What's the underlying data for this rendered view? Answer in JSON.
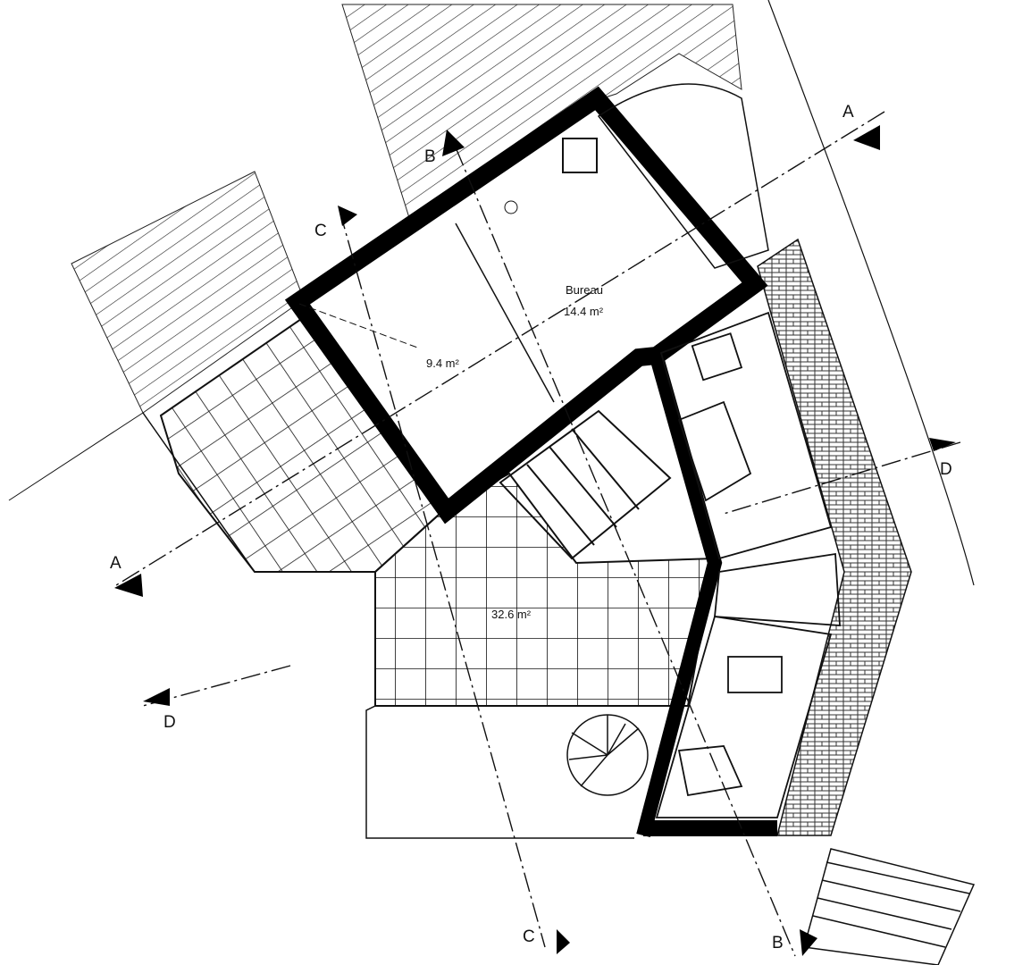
{
  "rooms": [
    {
      "name": "Bureau",
      "area": "14.4 m²"
    },
    {
      "name": "",
      "area": "9.4 m²"
    },
    {
      "name": "",
      "area": "32.6 m²"
    }
  ],
  "sections": {
    "a_top": "A",
    "a_left": "A",
    "b_top": "B",
    "b_bottom": "B",
    "c_top": "C",
    "c_bottom": "C",
    "d_right": "D",
    "d_left": "D"
  },
  "colors": {
    "ink": "#111111",
    "background": "#ffffff"
  }
}
